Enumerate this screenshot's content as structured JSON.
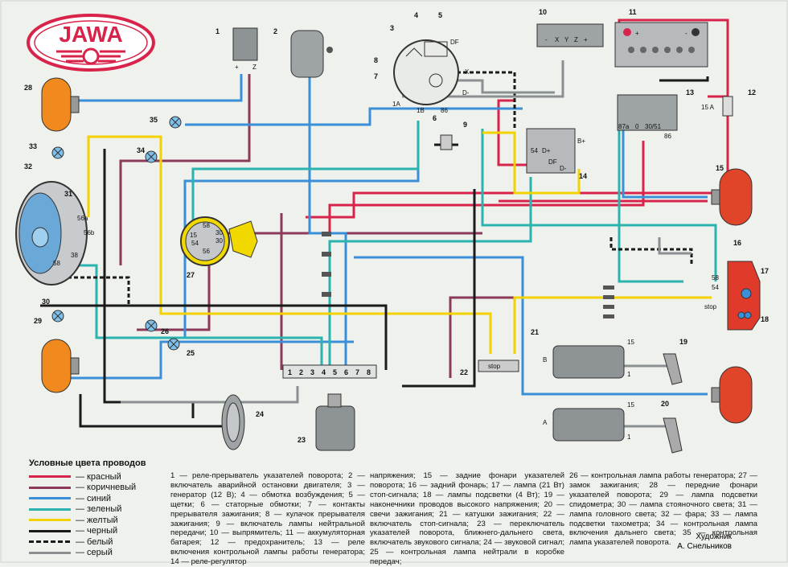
{
  "brand": {
    "logo_text": "JAWA"
  },
  "wire_colors": {
    "red": "#d8244a",
    "brown": "#8b3a5a",
    "blue": "#3a8fd8",
    "green": "#2bb3b0",
    "yellow": "#f2d200",
    "black": "#1a1a1a",
    "white": "#ffffff",
    "gray": "#8a8f92"
  },
  "component_numbers": [
    "1",
    "2",
    "3",
    "4",
    "5",
    "6",
    "7",
    "8",
    "9",
    "10",
    "11",
    "12",
    "13",
    "14",
    "15",
    "16",
    "17",
    "18",
    "19",
    "20",
    "21",
    "22",
    "23",
    "24",
    "25",
    "26",
    "27",
    "28",
    "29",
    "30",
    "31",
    "32",
    "33",
    "34",
    "35"
  ],
  "terminal_labels": {
    "plus": "+",
    "z": "Z",
    "df": "DF",
    "x": "X",
    "one_a": "1A",
    "one_b": "1B",
    "eighty_six": "86",
    "d_minus": "D-",
    "y": "Y",
    "battery_plus": "+",
    "battery_minus": "-",
    "fuse": "15 A",
    "r87a": "87a",
    "r0": "0",
    "r30_51": "30/51",
    "r86": "86",
    "b_plus": "B+",
    "s54": "54",
    "d_plus": "D+",
    "df2": "DF",
    "d_minus2": "D-",
    "k58": "58",
    "k15": "15",
    "k30a": "30",
    "k30b": "30",
    "k54": "54",
    "k56": "56",
    "h56a": "56a",
    "h56b": "56b",
    "h58": "58",
    "h38": "38",
    "t58": "58",
    "t54": "54",
    "stop": "stop",
    "sw_stop": "stop",
    "coil_b": "B",
    "coil_a": "A",
    "c15a": "15",
    "c15b": "15",
    "c1a": "1",
    "c1b": "1",
    "tb1": "1",
    "tb2": "2",
    "tb3": "3",
    "tb4": "4",
    "tb5": "5",
    "tb6": "6",
    "tb7": "7",
    "tb8": "8"
  },
  "legend": {
    "title": "Условные цвета проводов",
    "items": [
      {
        "label": "— красный",
        "color": "#d8244a",
        "dashed": false
      },
      {
        "label": "— коричневый",
        "color": "#8b3a5a",
        "dashed": false
      },
      {
        "label": "— синий",
        "color": "#3a8fd8",
        "dashed": false
      },
      {
        "label": "— зеленый",
        "color": "#2bb3b0",
        "dashed": false
      },
      {
        "label": "— желтый",
        "color": "#f2d200",
        "dashed": false
      },
      {
        "label": "— черный",
        "color": "#1a1a1a",
        "dashed": false
      },
      {
        "label": "— белый",
        "color": "#d8d8d8",
        "dashed": true
      },
      {
        "label": "— серый",
        "color": "#8a8f92",
        "dashed": false
      }
    ]
  },
  "descriptions": [
    "1 — реле-прерыватель указателей поворота; 2 — включатель аварийной остановки двигателя; 3 — генератор (12 В); 4 — обмотка возбуждения; 5 — щетки; 6 — статорные обмотки; 7 — контакты прерывателя зажигания; 8 — кулачок прерывателя зажигания; 9 — включатель лампы нейтральной передачи; 10 — выпрямитель; 11 — аккумуляторная батарея; 12 — предохранитель; 13 — реле включения контрольной лампы работы генератора; 14 — реле-регулятор",
    "напряжения; 15 — задние фонари указателей поворота; 16 — задний фонарь; 17 — лампа (21 Вт) стоп-сигнала; 18 — лампы подсветки (4 Вт); 19 — наконечники проводов высокого напряжения; 20 — свечи зажигания; 21 — катушки зажигания; 22 — включатель стоп-сигнала; 23 — переключатель указателей поворота, ближнего-дальнего света, включатель звукового сигнала; 24 — звуковой сигнал; 25 — контрольная лампа нейтрали в коробке передач;",
    "26 — контрольная лампа работы генератора; 27 — замок зажигания; 28 — передние фонари указателей поворота; 29 — лампа подсветки спидометра; 30 — лампа стояночного света; 31 — лампа головного света; 32 — фара; 33 — лампа подсветки тахометра; 34 — контрольная лампа включения дальнего света; 35 — контрольная лампа указателей поворота."
  ],
  "artist": {
    "role": "Художник",
    "name": "А. Снельников"
  }
}
